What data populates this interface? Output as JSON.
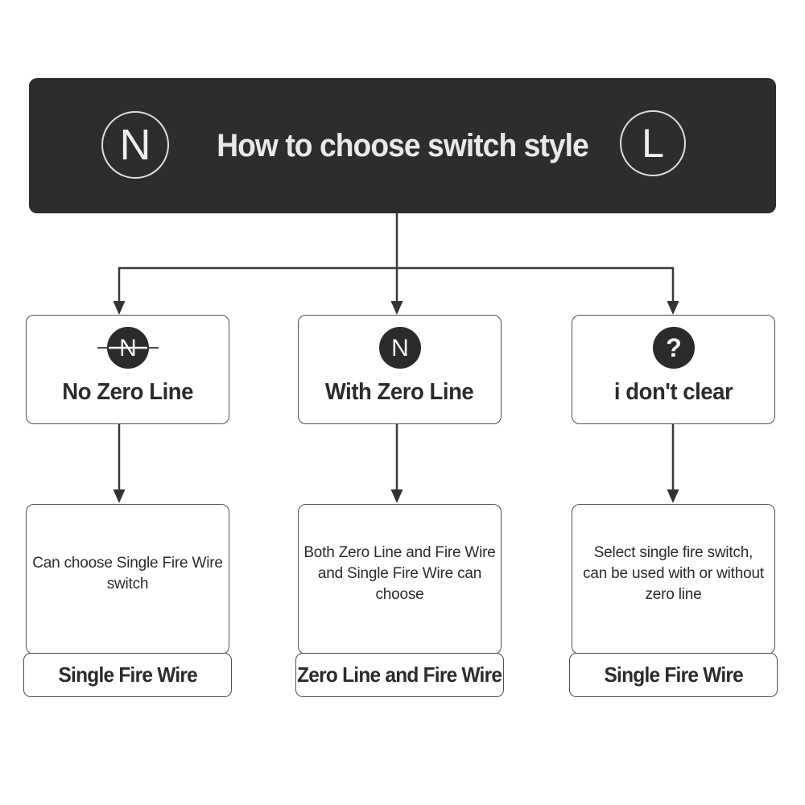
{
  "header": {
    "title": "How to choose switch style",
    "left_badge": "N",
    "right_badge": "L"
  },
  "columns": [
    {
      "icon": "n-strikethrough-icon",
      "icon_letter": "N",
      "title": "No Zero Line",
      "description_lines": [
        "Can choose Single Fire Wire",
        "switch"
      ],
      "result": "Single Fire Wire"
    },
    {
      "icon": "n-circle-icon",
      "icon_letter": "N",
      "title": "With Zero Line",
      "description_lines": [
        "Both Zero Line and Fire Wire",
        "and Single Fire Wire can",
        "choose"
      ],
      "result": "Zero Line and Fire Wire"
    },
    {
      "icon": "question-circle-icon",
      "icon_letter": "?",
      "title": "i don't clear",
      "description_lines": [
        "Select single fire switch,",
        "can be used with or without",
        "zero line"
      ],
      "result": "Single Fire Wire"
    }
  ],
  "colors": {
    "background": "#ffffff",
    "banner_bg": "#2d2d2e",
    "banner_text": "#e9e9e9",
    "connector_line": "#3a3a3a",
    "box_border": "#4f4f4f",
    "icon_circle_bg": "#2b2b2b",
    "body_text": "#2b2b2b"
  }
}
